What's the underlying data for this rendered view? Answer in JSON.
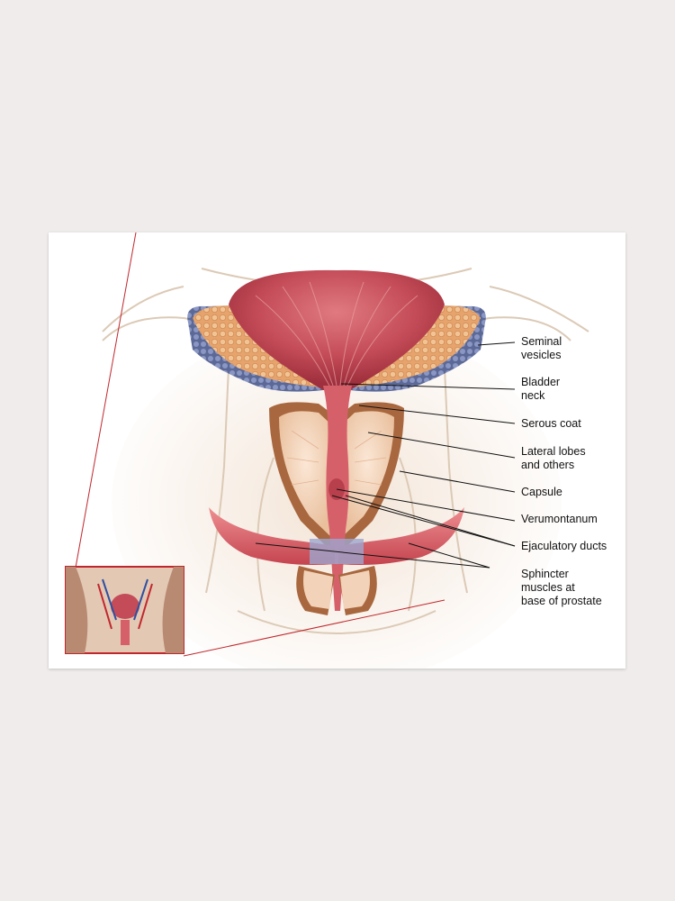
{
  "diagram": {
    "labels": {
      "seminal_vesicles": [
        "Seminal",
        "vesicles"
      ],
      "bladder_neck": [
        "Bladder",
        "neck"
      ],
      "serous_coat": [
        "Serous coat"
      ],
      "lateral_lobes": [
        "Lateral lobes",
        "and others"
      ],
      "capsule": [
        "Capsule"
      ],
      "verumontanum": [
        "Verumontanum"
      ],
      "ejaculatory_ducts": [
        "Ejaculatory ducts"
      ],
      "sphincter_muscles": [
        "Sphincter",
        "muscles at",
        "base of prostate"
      ]
    }
  },
  "colors": {
    "background": "#efeceb",
    "paper": "#ffffff",
    "bladder": "#c8505a",
    "prostate": "#f2d2b8",
    "capsule": "#a8673e",
    "vesicle_fat": "#e8a872",
    "vesicle_vein": "#6a77a8",
    "muscle": "#d9626b",
    "inset_border": "#c0272d"
  }
}
